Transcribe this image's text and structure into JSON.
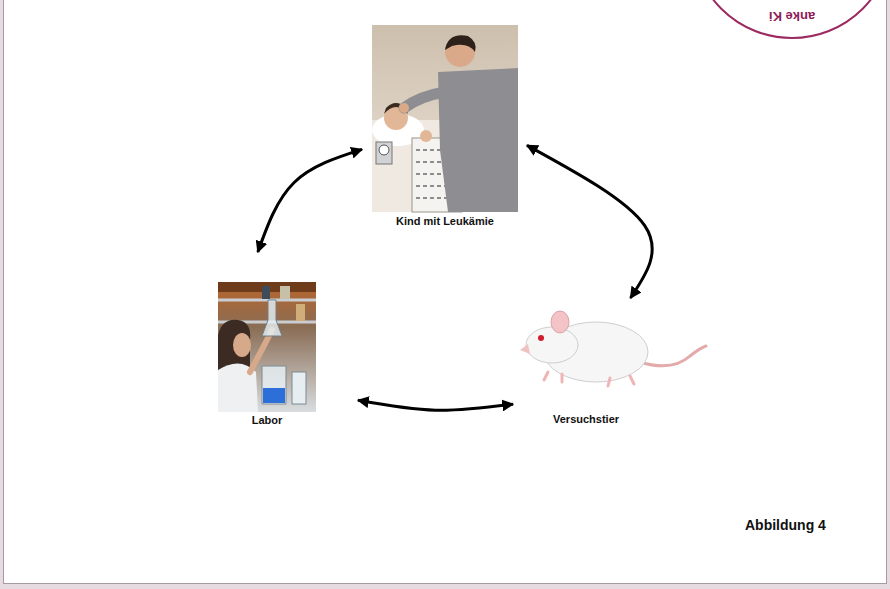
{
  "diagram": {
    "nodes": [
      {
        "text": [
          "Kind mit Leukämie"
        ]
      },
      {
        "text": [
          "Labor"
        ]
      },
      {
        "text": [
          "Versuchstier"
        ]
      }
    ],
    "edges": [
      {
        "from": 0,
        "to": 1,
        "arrow": "both"
      },
      {
        "from": 0,
        "to": 2,
        "arrow": "both"
      },
      {
        "from": 1,
        "to": 2,
        "arrow": "both"
      }
    ],
    "labels": [
      "anke Ki",
      "Abbildung 4"
    ]
  }
}
